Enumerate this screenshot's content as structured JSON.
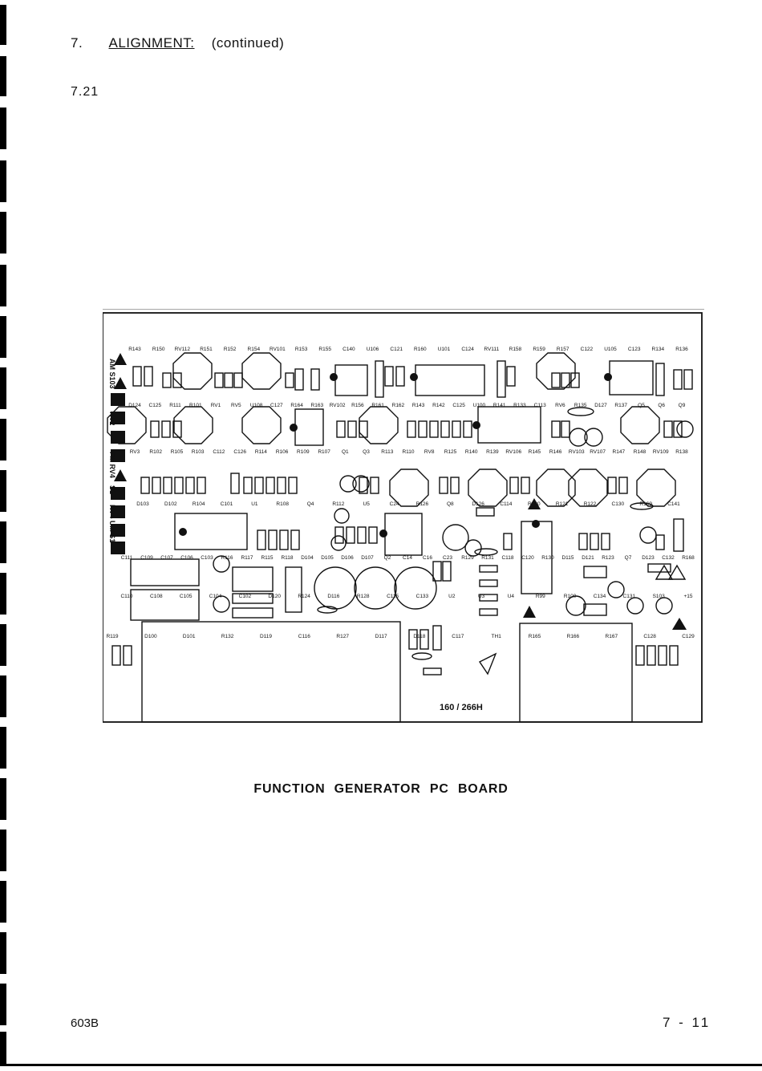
{
  "header": {
    "section_number": "7.",
    "title": "ALIGNMENT:",
    "continued": "(continued)",
    "subsection": "7.21"
  },
  "board": {
    "part_number": "160 / 266H",
    "side_labels": [
      "AM S103",
      "RV2",
      "FM RV4",
      "S1",
      "RV4 UM S1"
    ],
    "labels": {
      "top_row": [
        "R143",
        "R150",
        "RV112",
        "R151",
        "R152",
        "R154",
        "RV101",
        "R153",
        "R155",
        "C140",
        "U106",
        "C121",
        "R160",
        "U101",
        "C124",
        "RV111",
        "R158",
        "R159",
        "R157",
        "C122",
        "U105",
        "C123",
        "R134",
        "R136"
      ],
      "second_row": [
        "D124",
        "C125",
        "R111",
        "R101",
        "RV1",
        "RV5",
        "U108",
        "C127",
        "R164",
        "R163",
        "RV102",
        "R156",
        "R161",
        "R162",
        "R143",
        "R142",
        "C125",
        "U100",
        "R141",
        "R133",
        "C113",
        "RV6",
        "R135",
        "D127",
        "R137",
        "Q5",
        "Q6",
        "Q9"
      ],
      "third_row": [
        "RV3",
        "R102",
        "R105",
        "R103",
        "C112",
        "C126",
        "R114",
        "R106",
        "R109",
        "R107",
        "Q1",
        "Q3",
        "R113",
        "R110",
        "RV8",
        "R125",
        "R140",
        "R139",
        "RV106",
        "R145",
        "R146",
        "RV103",
        "RV107",
        "R147",
        "R148",
        "RV109",
        "R138"
      ],
      "fourth_row": [
        "D103",
        "D102",
        "R104",
        "C101",
        "U1",
        "R108",
        "Q4",
        "R112",
        "U5",
        "C24",
        "R126",
        "Q8",
        "D126",
        "C114",
        "R120",
        "R121",
        "R122",
        "C130",
        "R169",
        "C141"
      ],
      "fifth_row": [
        "C111",
        "C109",
        "C107",
        "C106",
        "C103",
        "R116",
        "R117",
        "R115",
        "R118",
        "D104",
        "D105",
        "D106",
        "D107",
        "Q2",
        "C14",
        "C16",
        "C23",
        "R129",
        "R131",
        "C118",
        "C120",
        "R130",
        "D115",
        "D121",
        "R123",
        "Q7",
        "D123",
        "C132",
        "R168"
      ],
      "sixth_row": [
        "C110",
        "C108",
        "C105",
        "C104",
        "C102",
        "D120",
        "R124",
        "D116",
        "R128",
        "C115",
        "C133",
        "U2",
        "U3",
        "U4",
        "R99",
        "R100",
        "C134",
        "C131",
        "S103",
        "+15"
      ],
      "bottom_row": [
        "R119",
        "D100",
        "D101",
        "R132",
        "D119",
        "C116",
        "R127",
        "D117",
        "D118",
        "C117",
        "TH1",
        "R165",
        "R166",
        "R167",
        "C128",
        "C129"
      ]
    }
  },
  "caption": "FUNCTION GENERATOR PC BOARD",
  "footer": {
    "model": "603B",
    "page": "7 - 11"
  }
}
